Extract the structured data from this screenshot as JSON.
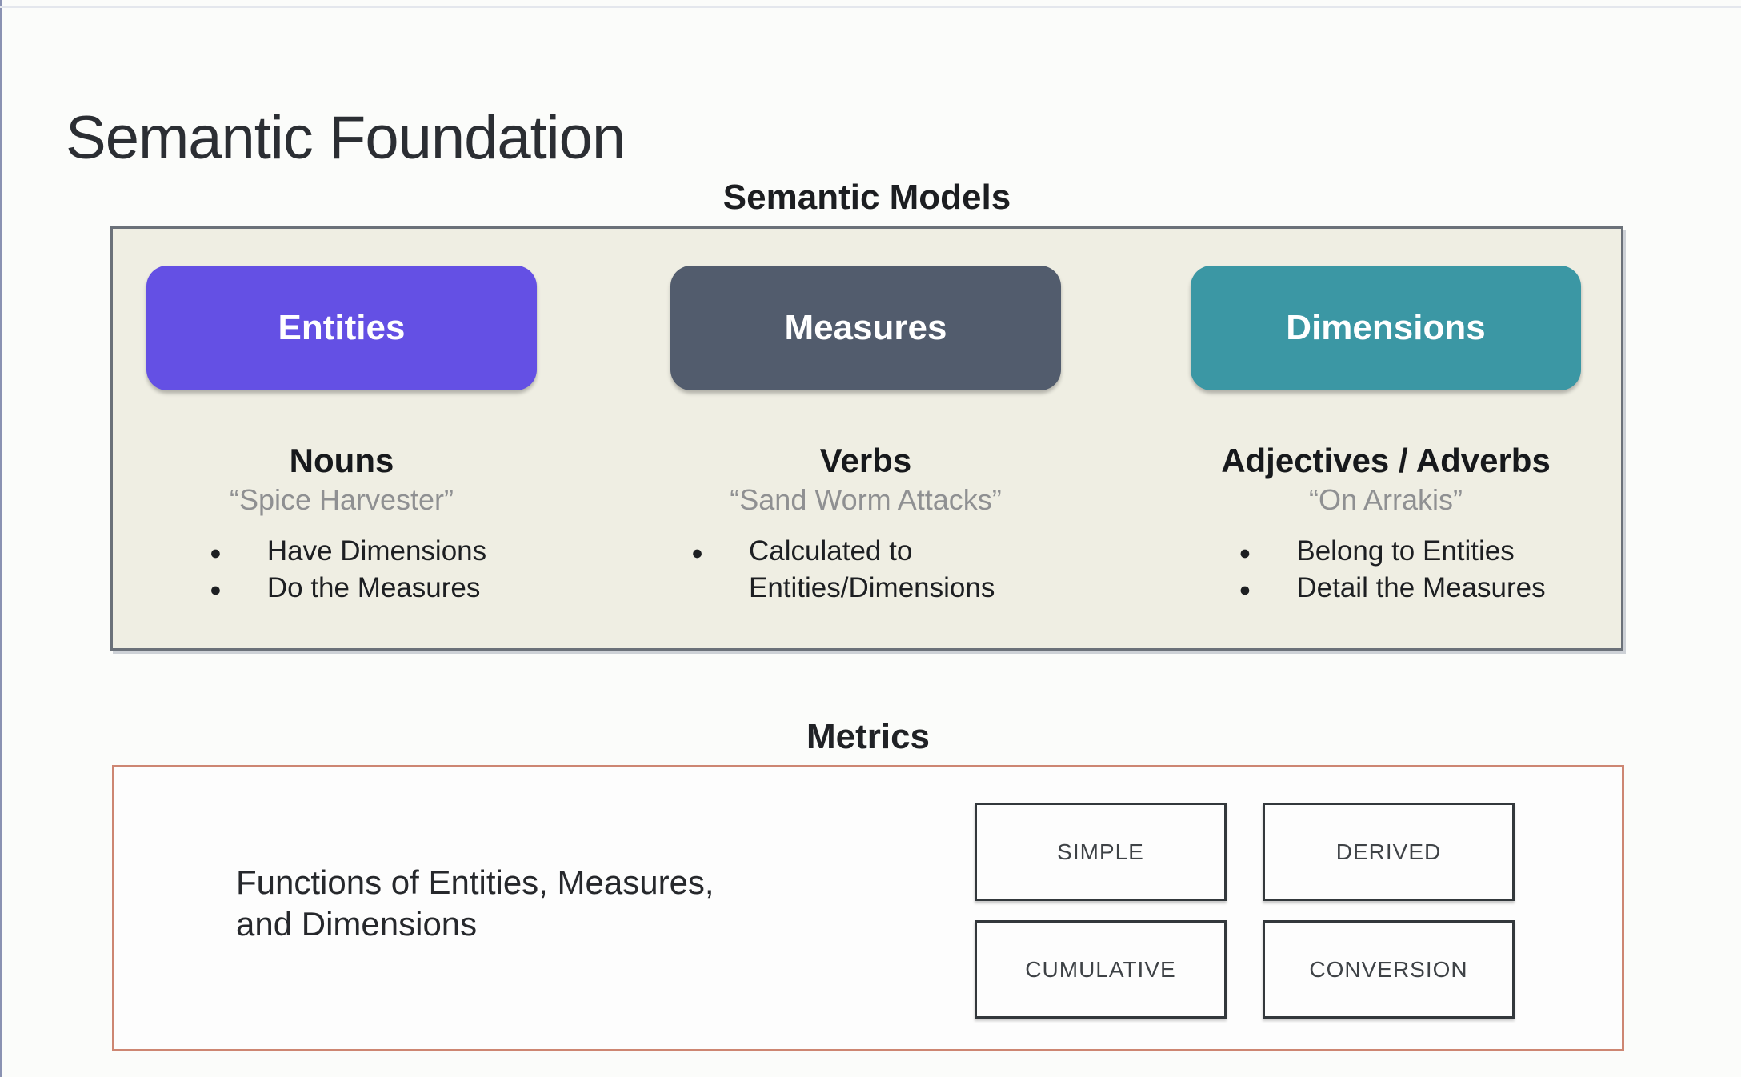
{
  "slide": {
    "title": "Semantic Foundation"
  },
  "semantic_models": {
    "heading": "Semantic Models",
    "box_background": "#efeee3",
    "columns": [
      {
        "button_label": "Entities",
        "button_color": "#6450e4",
        "role": "Nouns",
        "example_quote": "“Spice Harvester”",
        "bullets": [
          "Have Dimensions",
          "Do the Measures"
        ]
      },
      {
        "button_label": "Measures",
        "button_color": "#525c6d",
        "role": "Verbs",
        "example_quote": "“Sand Worm Attacks”",
        "bullets": [
          "Calculated to Entities/Dimensions"
        ]
      },
      {
        "button_label": "Dimensions",
        "button_color": "#3b97a4",
        "role": "Adjectives / Adverbs",
        "example_quote": "“On Arrakis”",
        "bullets": [
          "Belong to Entities",
          "Detail the Measures"
        ]
      }
    ]
  },
  "metrics": {
    "heading": "Metrics",
    "border_color": "#cd8672",
    "description": "Functions of Entities, Measures,\nand Dimensions",
    "tiles": [
      "SIMPLE",
      "DERIVED",
      "CUMULATIVE",
      "CONVERSION"
    ]
  }
}
